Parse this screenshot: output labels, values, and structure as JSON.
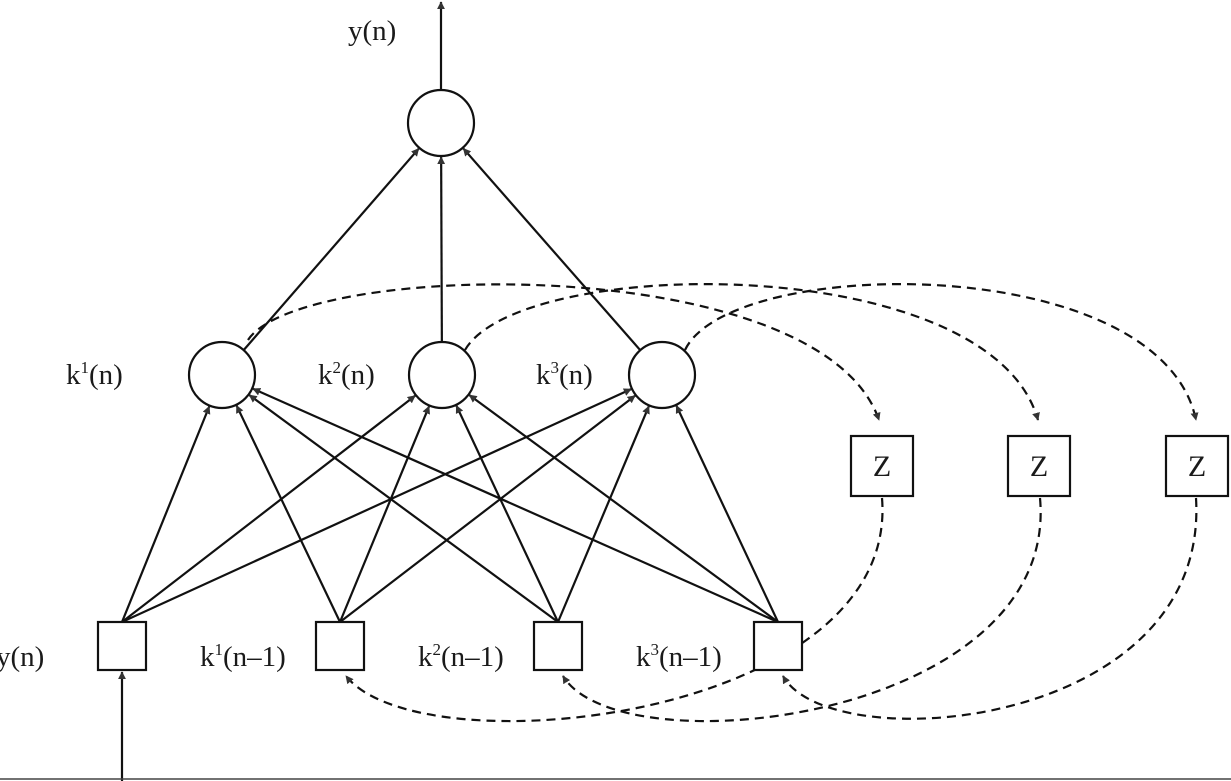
{
  "labels": {
    "output": "y(n)",
    "hidden": [
      {
        "base": "k",
        "sup": "1",
        "arg": "(n)"
      },
      {
        "base": "k",
        "sup": "2",
        "arg": "(n)"
      },
      {
        "base": "k",
        "sup": "3",
        "arg": "(n)"
      }
    ],
    "input": "y(n)",
    "context": [
      {
        "base": "k",
        "sup": "1",
        "arg": "(n–1)"
      },
      {
        "base": "k",
        "sup": "2",
        "arg": "(n–1)"
      },
      {
        "base": "k",
        "sup": "3",
        "arg": "(n–1)"
      }
    ],
    "delay": [
      "Z",
      "Z",
      "Z"
    ]
  }
}
